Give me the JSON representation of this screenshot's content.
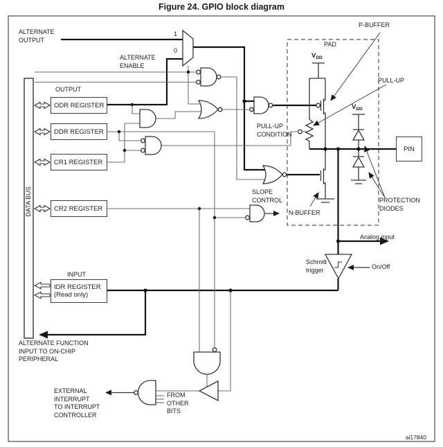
{
  "figure": {
    "title": "Figure 24. GPIO block diagram",
    "ref_code": "ai17840"
  },
  "colors": {
    "background": "#ffffff",
    "line": "#1a1a1a",
    "thin_line": "#6e6e6e",
    "text": "#1a1a1a"
  },
  "labels": {
    "alternate_output": "ALTERNATE\nOUTPUT",
    "alternate_enable": "ALTERNATE\nENABLE",
    "output_header": "OUTPUT",
    "input_header": "INPUT",
    "data_bus": "DATA BUS",
    "mux_input_1": "1",
    "mux_input_0": "0",
    "p_buffer": "P-BUFFER",
    "pad": "PAD",
    "pull_up": "PULL-UP",
    "pull_up_condition": "PULL-UP\nCONDITION",
    "slope_control": "SLOPE\nCONTROL",
    "n_buffer": "N-BUFFER",
    "protection_diodes": "PROTECTION\nDIODES",
    "pin": "PIN",
    "analog_input": "Analog input",
    "schmitt_trigger": "Schmitt\ntrigger",
    "on_off": "On/Off",
    "vdd_v": "V",
    "vdd_sub": "DD",
    "alternate_function": "ALTERNATE FUNCTION\nINPUT TO ON-CHIP\nPERIPHERAL",
    "external_interrupt": "EXTERNAL\nINTERRUPT\nTO INTERRUPT\nCONTROLLER",
    "from_other_bits": "FROM\nOTHER\nBITS"
  },
  "registers": [
    {
      "label": "ODR REGISTER"
    },
    {
      "label": "DDR REGISTER"
    },
    {
      "label": "CR1 REGISTER"
    },
    {
      "label": "CR2 REGISTER"
    },
    {
      "label": "IDR REGISTER\n(Read only)"
    }
  ]
}
